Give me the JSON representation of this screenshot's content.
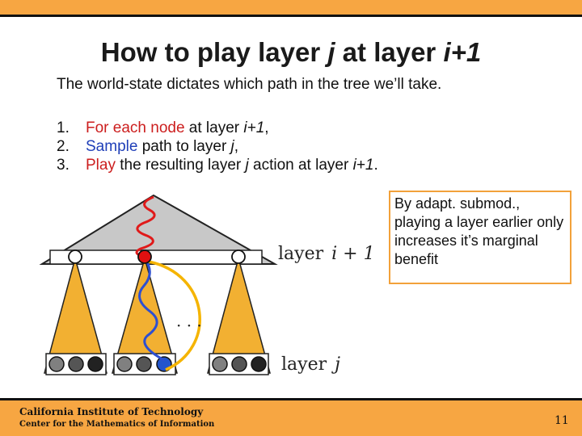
{
  "slide": {
    "title_pre": "How to play layer ",
    "title_j": "j",
    "title_mid": " at layer ",
    "title_i1": "i+1",
    "subtitle": "The world-state dictates which path in the tree we’ll take.",
    "steps": [
      {
        "num": "1.",
        "highlight": "For each node",
        "rest_pre": " at layer ",
        "var": "i+1",
        "rest_post": ","
      },
      {
        "num": "2.",
        "highlight": "Sample",
        "rest_pre": " path to layer ",
        "var": "j",
        "rest_post": ","
      },
      {
        "num": "3.",
        "highlight": "Play",
        "rest_pre": " the resulting layer ",
        "var": "j",
        "rest_mid": " action at layer ",
        "var2": "i+1",
        "rest_post": "."
      }
    ],
    "note": "By adapt. submod., playing a layer earlier only increases it’s marginal benefit",
    "diagram": {
      "label_layer_word": "layer",
      "label_i1": "i + 1",
      "label_j": "j",
      "ellipsis": "· · ·"
    },
    "footer": {
      "institution": "California Institute of Technology",
      "center": "Center for the Mathematics of Information",
      "page": "11"
    }
  },
  "colors": {
    "accent_orange": "#f7a642",
    "highlight_red": "#cc1e1e",
    "highlight_blue": "#1f3fb8",
    "path_yellow": "#f5b400",
    "triangle_gold": "#f2b032",
    "tree_gray": "#c8c8c8"
  }
}
